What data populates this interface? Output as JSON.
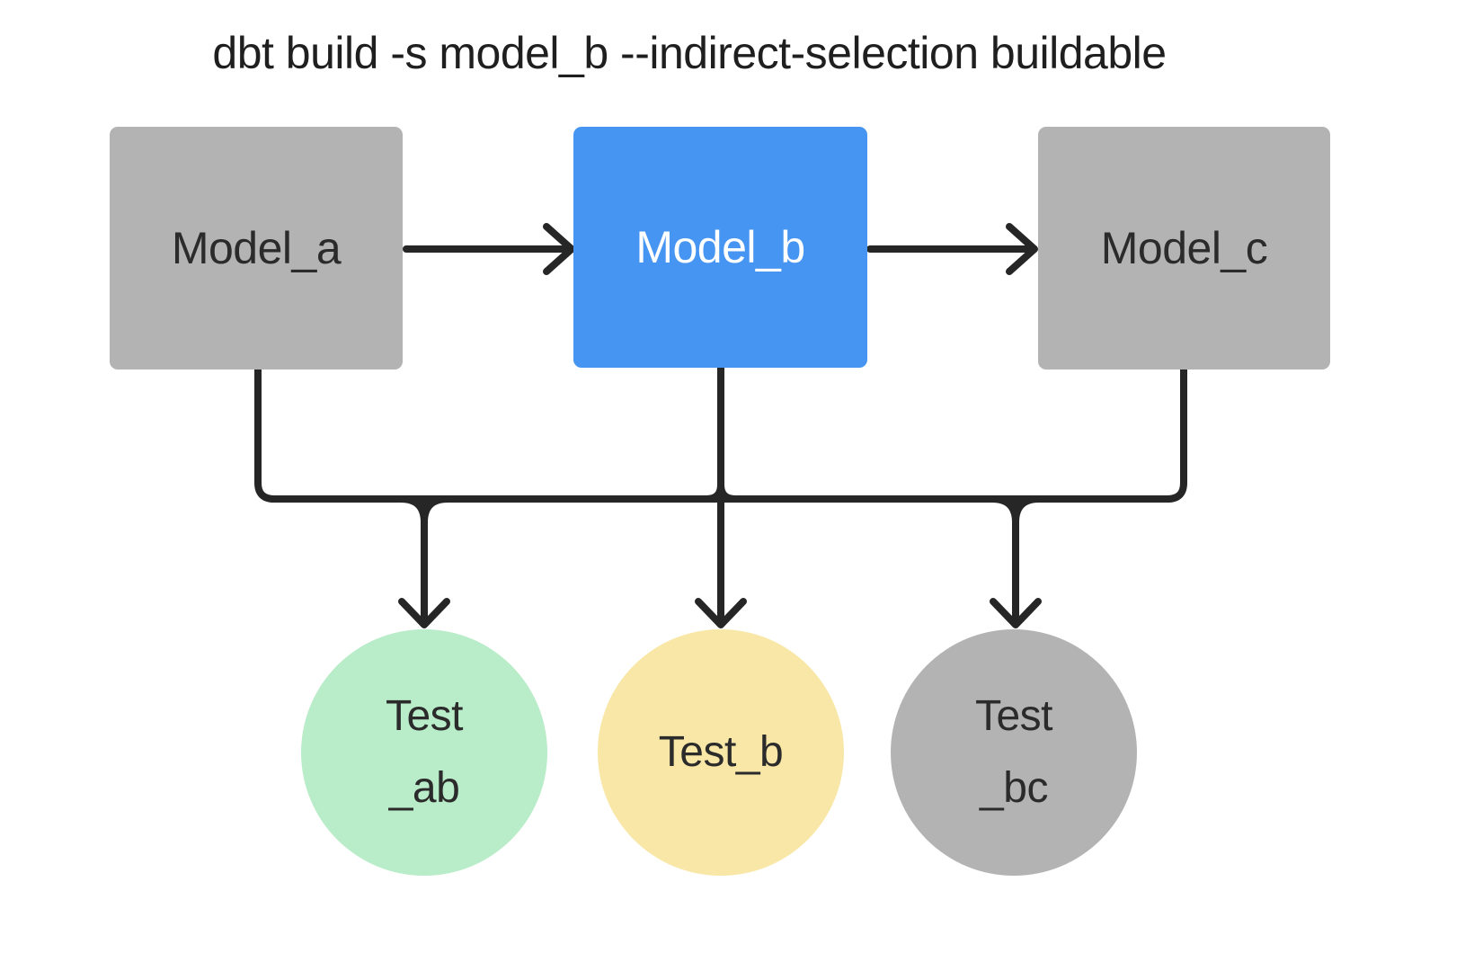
{
  "title": "dbt build -s model_b --indirect-selection buildable",
  "colors": {
    "background": "#ffffff",
    "edge": "#262626",
    "title_text": "#1f1f1f",
    "model_selected_bg": "#4695f2",
    "model_unselected_bg": "#b3b3b3",
    "test_ab_bg": "#b9ecc8",
    "test_b_bg": "#f8e7a6",
    "test_bc_bg": "#b3b3b3",
    "text_dark": "#2b2b2b",
    "text_light": "#ffffff"
  },
  "nodes": {
    "model_a": {
      "label": "Model_a",
      "type": "model",
      "state": "unselected"
    },
    "model_b": {
      "label": "Model_b",
      "type": "model",
      "state": "selected"
    },
    "model_c": {
      "label": "Model_c",
      "type": "model",
      "state": "unselected"
    },
    "test_ab": {
      "line1": "Test",
      "line2": "_ab",
      "type": "test"
    },
    "test_b": {
      "label": "Test_b",
      "type": "test"
    },
    "test_bc": {
      "line1": "Test",
      "line2": "_bc",
      "type": "test"
    }
  },
  "edges": [
    {
      "from": "Model_a",
      "to": "Model_b"
    },
    {
      "from": "Model_b",
      "to": "Model_c"
    },
    {
      "from": "Model_a",
      "to": "Test_ab"
    },
    {
      "from": "Model_b",
      "to": "Test_b"
    },
    {
      "from": "Model_c",
      "to": "Test_bc"
    }
  ]
}
